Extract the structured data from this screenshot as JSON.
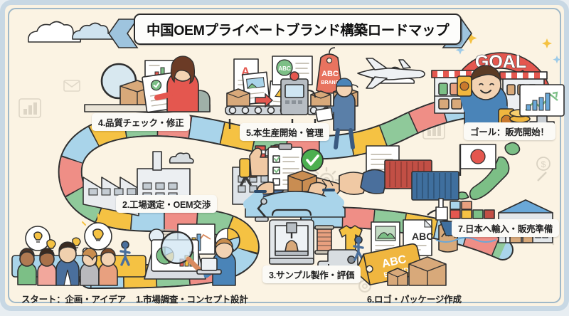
{
  "page": {
    "title": "中国OEMプライベートブランド構築ロードマップ",
    "background_color": "#fbf3e3",
    "border_color": "#c8d8e4"
  },
  "goal_arch": {
    "text": "GOAL",
    "colors": [
      "#e4574f",
      "#f2b942"
    ]
  },
  "path": {
    "segment_colors": [
      "#a9d4ea",
      "#f5c243",
      "#8fc99a",
      "#ef8e86",
      "#bfe0f0"
    ],
    "outline_color": "#2f2f2f"
  },
  "steps": [
    {
      "id": "start",
      "label": "スタート：企画・アイデア",
      "icons": [
        "lightbulb-icon",
        "people-group-icon"
      ]
    },
    {
      "id": "step1",
      "label": "1.市場調査・コンセプト設計",
      "icons": [
        "laptop-icon",
        "magnifier-icon",
        "pie-chart-icon",
        "bar-chart-icon"
      ]
    },
    {
      "id": "step2",
      "label": "2.工場選定・OEM交渉",
      "icons": [
        "factory-icon",
        "handshake-icon",
        "contract-icon"
      ]
    },
    {
      "id": "step3",
      "label": "3.サンプル製作・評価",
      "icons": [
        "3d-printer-icon",
        "sewing-machine-icon",
        "thread-spool-icon",
        "tshirt-icon"
      ]
    },
    {
      "id": "step4",
      "label": "4.品質チェック・修正",
      "icons": [
        "clipboard-check-icon",
        "thumbs-up-icon",
        "check-circle-icon",
        "gear-icon",
        "magnifier-icon"
      ]
    },
    {
      "id": "step5",
      "label": "5.本生産開始・管理",
      "icons": [
        "conveyor-belt-icon",
        "worker-icon",
        "airplane-icon",
        "label-tag-icon"
      ]
    },
    {
      "id": "step6",
      "label": "6.ロゴ・パッケージ作成",
      "icons": [
        "brand-tag-icon",
        "design-doc-icon",
        "carton-box-icon"
      ]
    },
    {
      "id": "step7",
      "label": "7.日本へ輸入・販売準備",
      "icons": [
        "japan-flag-icon",
        "japan-map-icon",
        "container-ship-icon",
        "warehouse-icon",
        "shipping-container-icon"
      ]
    },
    {
      "id": "goal",
      "label": "ゴール：販売開始！",
      "icons": [
        "shop-shelf-icon",
        "happy-person-icon",
        "coins-icon",
        "growth-chart-icon"
      ]
    }
  ],
  "brand_tag": {
    "line1": "ABC",
    "line2": "BRAND"
  },
  "decor": {
    "letter_a": "A",
    "abc_badge": "ABC",
    "money_symbol": "$",
    "clouds": 5,
    "sparkles": 6
  }
}
